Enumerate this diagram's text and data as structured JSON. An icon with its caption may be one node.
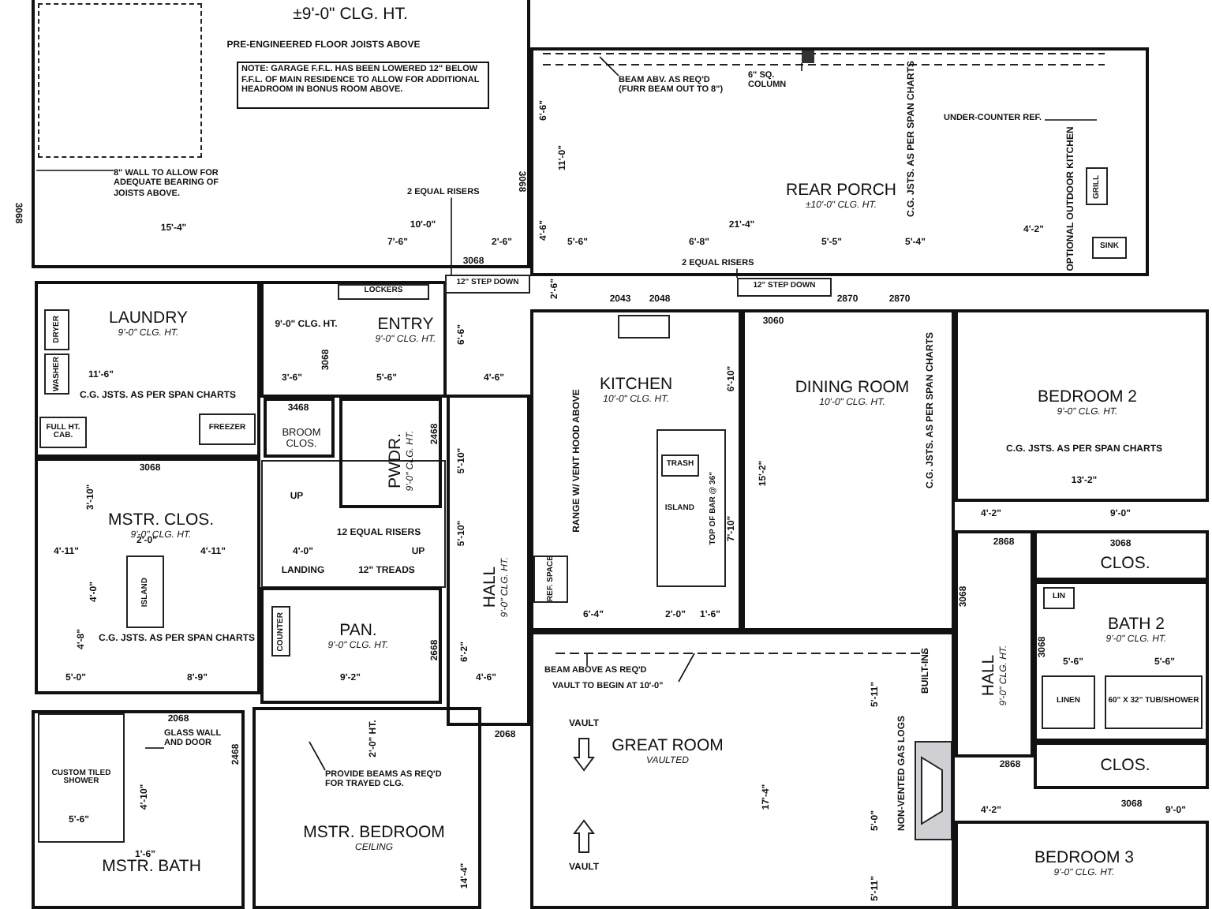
{
  "diagram": {
    "nodes": [
      {
        "text": [
          "±9'-0\" CLG. HT."
        ]
      },
      {
        "text": [
          "NOTE: GARAGE F.F.L. HAS BEEN LOWERED 12\" BELOW F.F.L. OF MAIN RESIDENCE TO ALLOW FOR ADDITIONAL HEADROOM IN BONUS ROOM ABOVE."
        ],
        "in": 0
      },
      {
        "text": [
          "8\" WALL TO ALLOW FOR ADEQUATE BEARING OF JOISTS ABOVE."
        ],
        "in": 0
      },
      {
        "text": [
          "2 EQUAL RISERS"
        ],
        "in": 0
      },
      {
        "text": [
          "REAR PORCH",
          "±10'-0\" CLG. HT."
        ]
      },
      {
        "text": [
          "BEAM ABV. AS REQ'D (FURR BEAM OUT TO 8\")"
        ],
        "in": 4
      },
      {
        "text": [
          "6\" SQ. COLUMN"
        ],
        "in": 4
      },
      {
        "text": [
          "UNDER-COUNTER REF."
        ],
        "in": 4
      },
      {
        "text": [
          "GRILL"
        ],
        "in": 4
      },
      {
        "text": [
          "SINK"
        ],
        "in": 4
      },
      {
        "text": [
          "LAUNDRY",
          "9'-0\" CLG. HT."
        ]
      },
      {
        "text": [
          "DRYER"
        ],
        "in": 10
      },
      {
        "text": [
          "WASHER"
        ],
        "in": 10
      },
      {
        "text": [
          "FULL HT. CAB."
        ],
        "in": 10
      },
      {
        "text": [
          "FREEZER"
        ],
        "in": 10
      },
      {
        "text": [
          "ENTRY",
          "9'-0\" CLG. HT."
        ]
      },
      {
        "text": [
          "LOCKERS"
        ],
        "in": 15
      },
      {
        "text": [
          "12\" STEP DOWN"
        ]
      },
      {
        "text": [
          "2 EQUAL RISERS"
        ],
        "in": 4
      },
      {
        "text": [
          "12\" STEP DOWN"
        ]
      },
      {
        "text": [
          "KITCHEN",
          "10'-0\" CLG. HT."
        ]
      },
      {
        "text": [
          "REF. SPACE"
        ],
        "in": 20
      },
      {
        "text": [
          "ISLAND",
          "TOP OF BAR @ 36\""
        ],
        "in": 20
      },
      {
        "text": [
          "TRASH"
        ],
        "in": 22
      },
      {
        "text": [
          "DINING ROOM",
          "10'-0\" CLG. HT."
        ]
      },
      {
        "text": [
          "BEDROOM 2",
          "9'-0\" CLG. HT."
        ]
      },
      {
        "text": [
          "BROOM CLOS."
        ]
      },
      {
        "text": [
          "PWDR.",
          "9'-0\" CLG. HT."
        ]
      },
      {
        "text": [
          "MSTR. CLOS.",
          "9'-0\" CLG. HT."
        ]
      },
      {
        "text": [
          "ISLAND"
        ],
        "in": 28
      },
      {
        "text": [
          "PAN.",
          "9'-0\" CLG. HT."
        ]
      },
      {
        "text": [
          "COUNTER"
        ],
        "in": 30
      },
      {
        "text": [
          "HALL",
          "9'-0\" CLG. HT."
        ]
      },
      {
        "text": [
          "GREAT ROOM",
          "VAULTED"
        ]
      },
      {
        "text": [
          "BEAM ABOVE AS REQ'D"
        ],
        "in": 33
      },
      {
        "text": [
          "VAULT TO BEGIN AT 10'-0\""
        ],
        "in": 33
      },
      {
        "text": [
          "CLOS."
        ]
      },
      {
        "text": [
          "BATH 2",
          "9'-0\" CLG. HT."
        ]
      },
      {
        "text": [
          "LIN"
        ],
        "in": 37
      },
      {
        "text": [
          "HALL",
          "9'-0\" CLG. HT."
        ]
      },
      {
        "text": [
          "LINEN"
        ],
        "in": 37
      },
      {
        "text": [
          "60\" X 32\" TUB/SHOWER"
        ],
        "in": 37
      },
      {
        "text": [
          "CLOS."
        ]
      },
      {
        "text": [
          "BEDROOM 3",
          "9'-0\" CLG. HT."
        ]
      },
      {
        "text": [
          "MSTR. BATH"
        ]
      },
      {
        "text": [
          "CUSTOM TILED SHOWER"
        ],
        "in": 44
      },
      {
        "text": [
          "GLASS WALL AND DOOR"
        ],
        "in": 44
      },
      {
        "text": [
          "MSTR. BEDROOM",
          "CEILING"
        ]
      },
      {
        "text": [
          "PROVIDE BEAMS AS REQ'D FOR TRAYED CLG."
        ],
        "in": 47
      },
      {
        "text": [],
        "shape": "box",
        "in": 4
      },
      {
        "text": [],
        "shape": "box",
        "in": 0
      }
    ],
    "edges": [
      {
        "from": 2,
        "to": null,
        "arrow": "none"
      },
      {
        "from": 3,
        "to": 17,
        "arrow": "none"
      },
      {
        "from": 5,
        "to": null,
        "arrow": "none"
      },
      {
        "from": 6,
        "to": 49,
        "arrow": "none"
      },
      {
        "from": 7,
        "to": null,
        "arrow": "none"
      },
      {
        "from": 18,
        "to": 19,
        "arrow": "none"
      },
      {
        "from": 34,
        "to": null,
        "arrow": "none"
      },
      {
        "from": 35,
        "to": null,
        "arrow": "none"
      },
      {
        "from": 46,
        "to": null,
        "arrow": "none"
      },
      {
        "from": 48,
        "to": null,
        "arrow": "none"
      }
    ],
    "labels": [
      "PRE-ENGINEERED FLOOR JOISTS ABOVE",
      "3068",
      "3068",
      "15'-4\"",
      "10'-0\"",
      "7'-6\"",
      "2'-6\"",
      "3068",
      "6'-6\"",
      "11'-0\"",
      "4'-6\"",
      "21'-4\"",
      "5'-6\"",
      "6'-8\"",
      "5'-5\"",
      "5'-4\"",
      "4'-2\"",
      "C.G. JSTS. AS PER SPAN CHARTS",
      "OPTIONAL OUTDOOR KITCHEN",
      "2'-6\"",
      "2043",
      "2048",
      "2870",
      "2870",
      "3060",
      "9'-0\" CLG. HT.",
      "11'-6\"",
      "3'-6\"",
      "5'-6\"",
      "4'-6\"",
      "C.G. JSTS. AS PER SPAN CHARTS",
      "3468",
      "3068",
      "2468",
      "6'-6\"",
      "5'-10\"",
      "5'-10\"",
      "3068",
      "3'-10\"",
      "4'-11\"",
      "2'-0\"",
      "4'-11\"",
      "4'-0\"",
      "LANDING",
      "12 EQUAL RISERS",
      "12\" TREADS",
      "UP",
      "UP",
      "4'-0\"",
      "C.G. JSTS. AS PER SPAN CHARTS",
      "4'-8\"",
      "5'-0\"",
      "8'-9\"",
      "9'-2\"",
      "4'-6\"",
      "2668",
      "6'-2\"",
      "2068",
      "2068",
      "2'-0\" HT.",
      "2468",
      "4'-10\"",
      "5'-6\"",
      "1'-6\"",
      "RANGE W/ VENT HOOD ABOVE",
      "6'-10\"",
      "15'-2\"",
      "7'-10\"",
      "6'-4\"",
      "2'-0\"",
      "1'-6\"",
      "C.G. JSTS. AS PER SPAN CHARTS",
      "C.G. JSTS. AS PER SPAN CHARTS",
      "13'-2\"",
      "4'-2\"",
      "9'-0\"",
      "2868",
      "3068",
      "3068",
      "5'-6\"",
      "5'-6\"",
      "3068",
      "2868",
      "3068",
      "4'-2\"",
      "9'-0\"",
      "BUILT-INS",
      "NON-VENTED GAS LOGS",
      "5'-11\"",
      "5'-0\"",
      "17'-4\"",
      "5'-11\"",
      "VAULT",
      "VAULT",
      "14'-4\""
    ]
  }
}
